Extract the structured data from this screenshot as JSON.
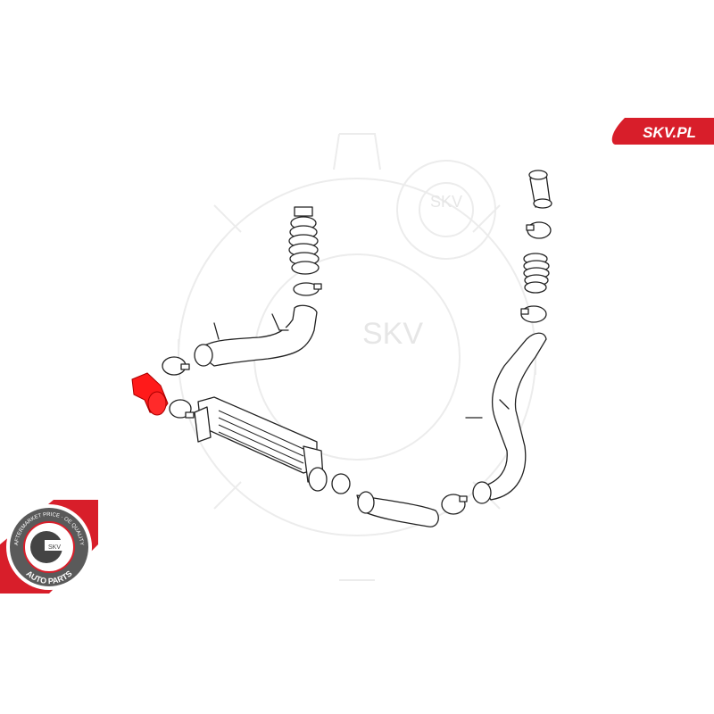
{
  "brand": {
    "label": "SKV.PL",
    "color": "#d81e2a"
  },
  "watermark": {
    "text_small": "SKV",
    "text_large": "SKV"
  },
  "badge": {
    "top_text": "AFTERMARKET PRICE · OE QUALITY",
    "center_text": "SKV",
    "bottom_text": "AUTO PARTS",
    "color": "#d81e2a",
    "ring_color": "#5a5a5a"
  },
  "diagram": {
    "highlighted_part": "intercooler-hose",
    "highlight_color": "#ff1a1a"
  }
}
